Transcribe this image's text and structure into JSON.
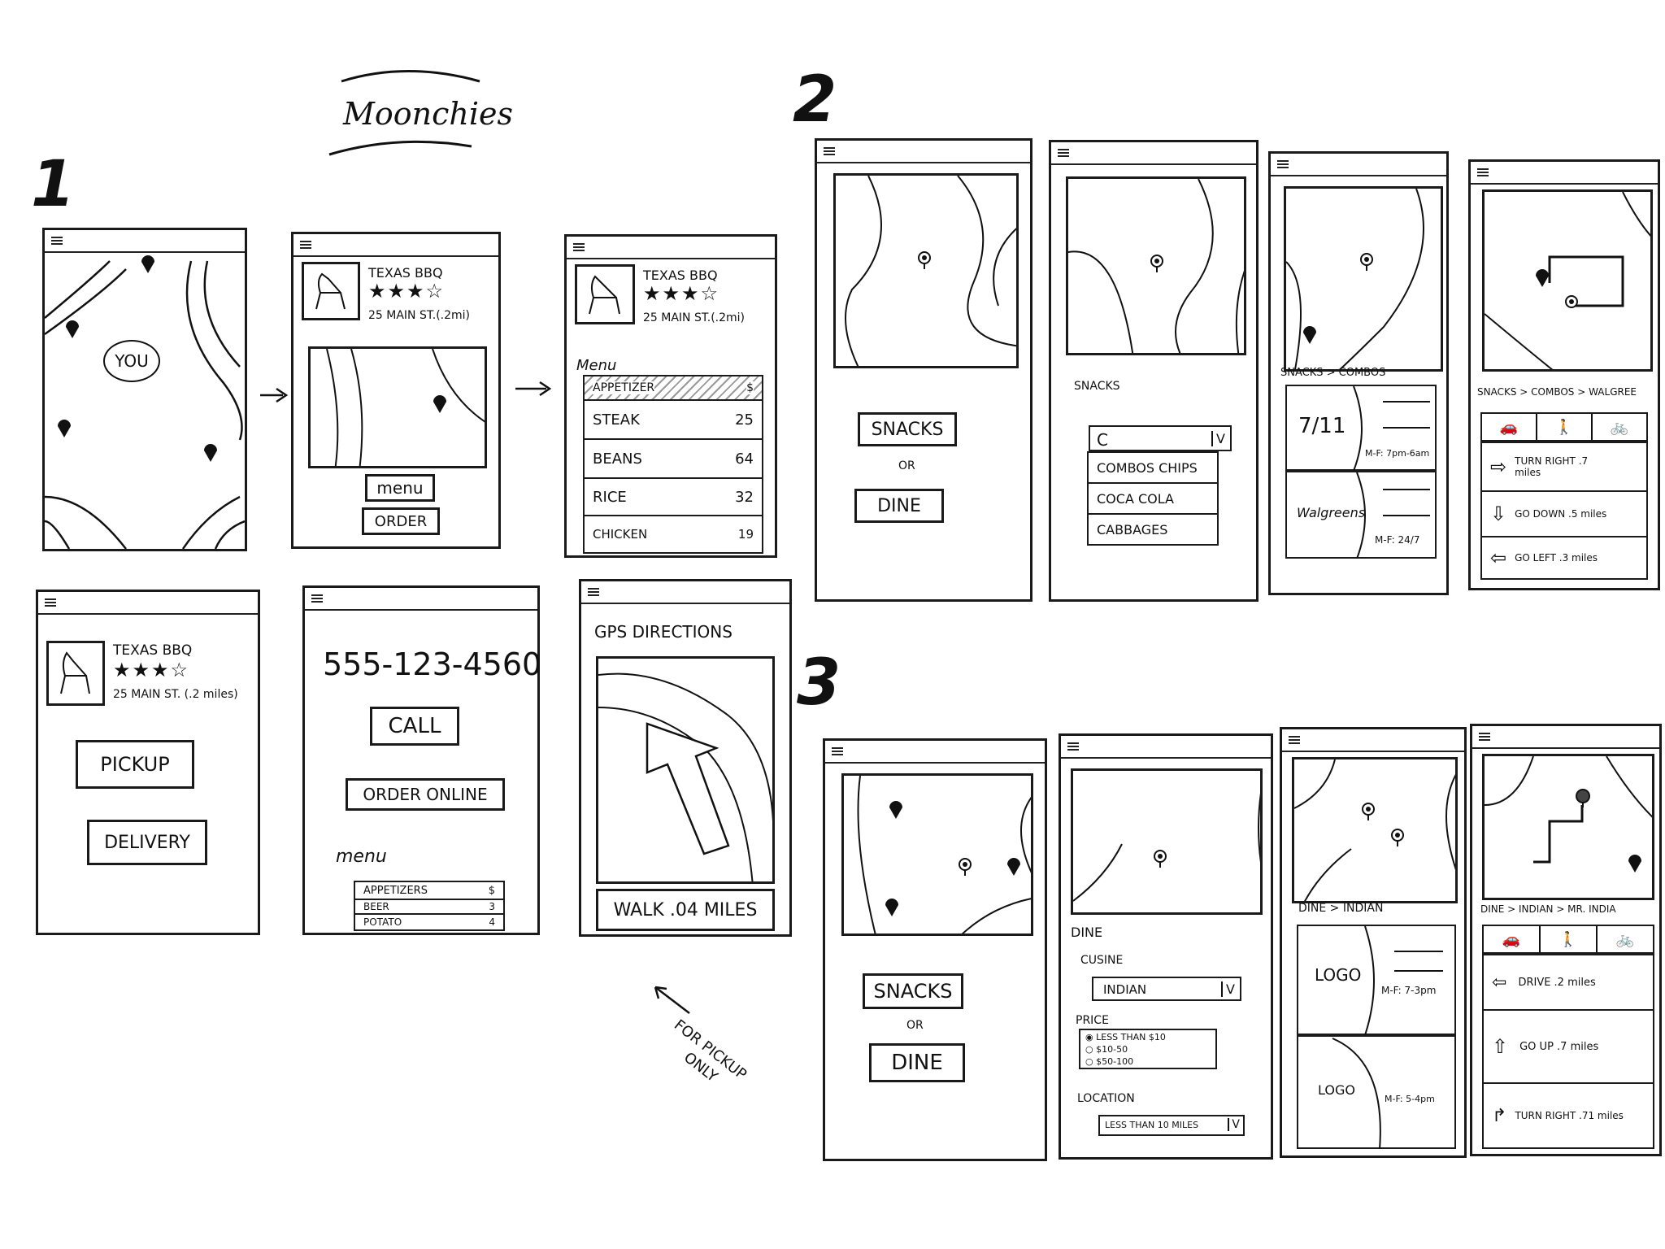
{
  "brand": "Moonchies",
  "sections": {
    "one": "1",
    "two": "2",
    "three": "3"
  },
  "restaurant": {
    "name": "TEXAS BBQ",
    "address_short": "25 MAIN ST.(.2mi)",
    "address_long": "25 MAIN ST. (.2 miles)",
    "rating_stars": "★★★☆"
  },
  "s1": {
    "you_label": "YOU",
    "menu_btn": "menu",
    "order_btn": "ORDER",
    "menu_heading": "Menu",
    "menu_rows": [
      {
        "name": "APPETIZER",
        "price": "$"
      },
      {
        "name": "STEAK",
        "price": "25"
      },
      {
        "name": "BEANS",
        "price": "64"
      },
      {
        "name": "RICE",
        "price": "32"
      },
      {
        "name": "CHICKEN",
        "price": "19"
      }
    ],
    "pickup_btn": "PICKUP",
    "delivery_btn": "DELIVERY",
    "phone": "555-123-4560",
    "call_btn": "CALL",
    "order_online_btn": "ORDER ONLINE",
    "small_menu_heading": "menu",
    "small_menu_rows": [
      {
        "name": "APPETIZERS",
        "price": "$"
      },
      {
        "name": "BEER",
        "price": "3"
      },
      {
        "name": "POTATO",
        "price": "4"
      }
    ],
    "gps_title": "GPS DIRECTIONS",
    "walk": "WALK .04 MILES",
    "note_line1": "FOR PICKUP",
    "note_line2": "ONLY"
  },
  "s2": {
    "snacks_btn": "SNACKS",
    "or": "OR",
    "dine_btn": "DINE",
    "snacks_label": "SNACKS",
    "search_value": "C",
    "dropdown_caret": "V",
    "options": [
      "COMBOS CHIPS",
      "COCA COLA",
      "CABBAGES"
    ],
    "breadcrumb2": "SNACKS > COMBOS",
    "store1_logo": "7/11",
    "store1_hours": "M-F: 7pm-6am",
    "store2_logo": "Walgreens",
    "store2_hours": "M-F: 24/7",
    "breadcrumb3": "SNACKS > COMBOS > WALGREE",
    "dir1": "TURN RIGHT .7 miles",
    "dir2": "GO DOWN .5 miles",
    "dir3": "GO LEFT .3 miles"
  },
  "s3": {
    "snacks_btn": "SNACKS",
    "or": "OR",
    "dine_btn": "DINE",
    "dine_label": "DINE",
    "cuisine_label": "CUSINE",
    "cuisine_value": "INDIAN",
    "dropdown_caret": "V",
    "price_label": "PRICE",
    "price_options": [
      "LESS THAN $10",
      "$10-50",
      "$50-100"
    ],
    "location_label": "LOCATION",
    "location_value": "LESS THAN 10 MILES",
    "breadcrumb2": "DINE > INDIAN",
    "logo": "LOGO",
    "hours1": "M-F: 7-3pm",
    "hours2": "M-F: 5-4pm",
    "breadcrumb3": "DINE > INDIAN > MR. INDIA",
    "dir1": "DRIVE .2 miles",
    "dir2": "GO UP .7 miles",
    "dir3": "TURN RIGHT .71 miles"
  }
}
